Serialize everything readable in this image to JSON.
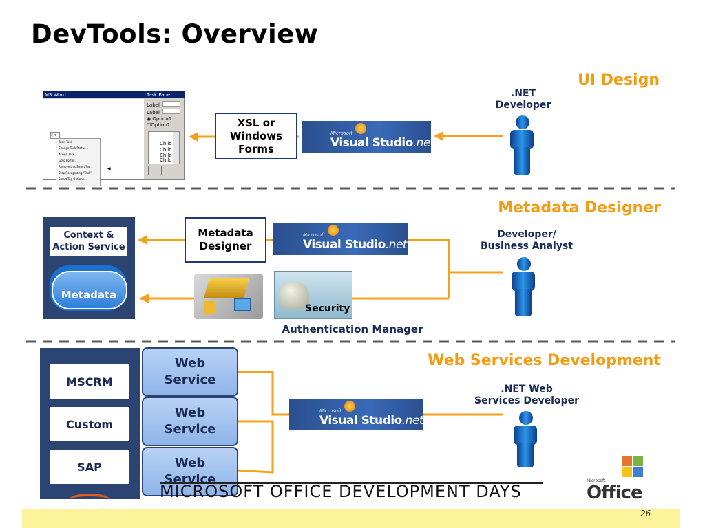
{
  "slide": {
    "title": "DevTools: Overview",
    "page_number": "26",
    "footer_text": "MICROSOFT OFFICE DEVELOPMENT DAYS",
    "office_logo_text": "Office",
    "office_logo_brand": "Microsoft"
  },
  "sections": {
    "ui_design": {
      "heading": "UI Design",
      "actor": ".NET Developer",
      "actor_line1": ".NET",
      "actor_line2": "Developer",
      "tool_line1": "XSL or",
      "tool_line2": "Windows",
      "tool_line3": "Forms",
      "vs_brand": "Microsoft",
      "vs_name": "Visual Studio",
      "vs_suffix": ".net",
      "mockup": {
        "window_title": "MS Word",
        "task_pane_title": "Task Pane",
        "label1": "Label",
        "label2": "Label",
        "option1": "Option1",
        "option2": "Option1",
        "child1": "Child",
        "child2": "Child",
        "child3": "Child",
        "child4": "Child",
        "menu_items": [
          "Task: Task",
          "Change Task Status...",
          "Assign Task...",
          "Goto Portal...",
          "Remove this Smart Tag",
          "Stop Recognizing \"Task\"",
          "Smart Tag Options..."
        ]
      }
    },
    "metadata_designer": {
      "heading": "Metadata Designer",
      "actor_line1": "Developer/",
      "actor_line2": "Business Analyst",
      "service_line1": "Context &",
      "service_line2": "Action Service",
      "db_label": "Metadata",
      "tool_line1": "Metadata",
      "tool_line2": "Designer",
      "security_label": "Security",
      "auth_caption": "Authentication Manager"
    },
    "web_services": {
      "heading": "Web Services Development",
      "actor_line1": ".NET Web",
      "actor_line2": "Services Developer",
      "systems": [
        "MSCRM",
        "Custom",
        "SAP"
      ],
      "web_service_line1": "Web",
      "web_service_line2": "Service"
    }
  },
  "colors": {
    "accent_orange": "#f39c12",
    "navy": "#2c4472",
    "arrow_orange": "#f5a11c",
    "actor_blue": "#1e7fd6",
    "footer_yellow": "#fcf39b"
  }
}
